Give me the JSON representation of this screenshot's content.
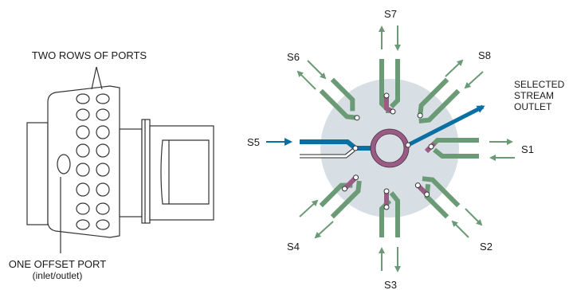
{
  "left_figure": {
    "top_label": "TWO ROWS OF PORTS",
    "bottom_label_1": "ONE OFFSET PORT",
    "bottom_label_2": "(inlet/outlet)"
  },
  "right_figure": {
    "streams": [
      "S7",
      "S8",
      "S1",
      "S2",
      "S3",
      "S4",
      "S5",
      "S6"
    ],
    "selected_label": [
      "SELECTED",
      "STREAM",
      "OUTLET"
    ]
  },
  "colors": {
    "green": "#6b9b76",
    "green_dark": "#2f5a3a",
    "blue": "#0a6fa3",
    "purple": "#9a5c84",
    "disc": "#d8dfe4",
    "outline": "#333333"
  }
}
